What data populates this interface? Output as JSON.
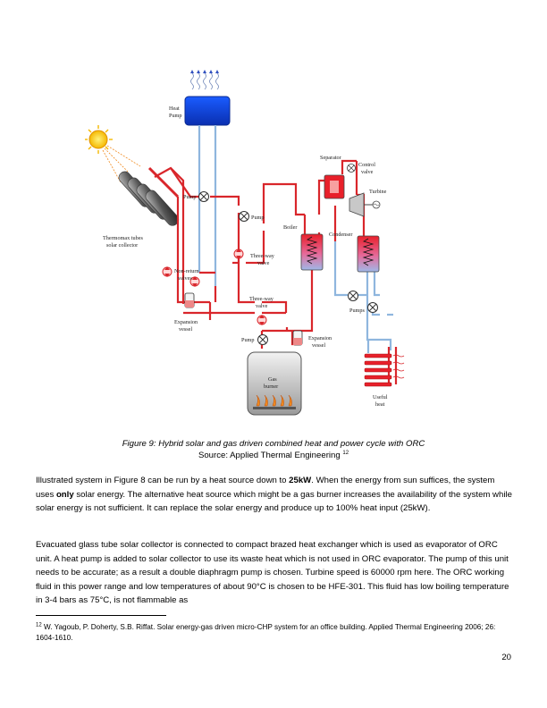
{
  "figure": {
    "labels": {
      "heat_pump_1": "Heat",
      "heat_pump_2": "Pump",
      "pump_top": "Pump",
      "pump_mid": "Pump",
      "pump_bottom": "Pump",
      "pumps": "Pumps",
      "thermomax_1": "Thermomax tubes",
      "thermomax_2": "solar collector",
      "nonreturn_1": "Non-return",
      "nonreturn_2": "valves",
      "threeway1_1": "Three-way",
      "threeway1_2": "valve",
      "threeway2_1": "Three-way",
      "threeway2_2": "valve",
      "expansion1_1": "Expansion",
      "expansion1_2": "vessel",
      "expansion2_1": "Expansion",
      "expansion2_2": "vessel",
      "separator": "Separator",
      "control_1": "Control",
      "control_2": "valve",
      "turbine": "Turbine",
      "boiler": "Boiler",
      "condenser": "Condenser",
      "gas_1": "Gas",
      "gas_2": "burner",
      "useful_1": "Useful",
      "useful_2": "heat"
    }
  },
  "caption": {
    "title": "Figure 9: Hybrid solar and gas driven combined heat and power cycle with ORC",
    "source": "Source: Applied Thermal Engineering ",
    "source_ref": "12"
  },
  "paragraph1": {
    "t1": "Illustrated system in Figure 8 can be run by a heat source down to ",
    "b1": "25kW",
    "t2": ". When the energy from sun suffices, the system uses ",
    "b2": "only",
    "t3": " solar energy. The alternative heat source which might be a gas burner increases the availability of the system while solar energy is not sufficient. It can replace the solar energy and produce up to 100% heat input (25kW)."
  },
  "paragraph2": "Evacuated glass tube solar collector is connected to compact brazed heat exchanger which is used as evaporator of ORC unit. A heat pump is added to solar collector to use its waste heat which is not used in ORC evaporator. The pump of this unit needs to be accurate; as a result a double diaphragm pump is chosen. Turbine speed is 60000 rpm here. The ORC working fluid in this power range and low temperatures of about 90°C is chosen to be HFE-301. This fluid has low boiling temperature in 3-4 bars as 75°C, is not flammable as",
  "footnote": {
    "mark": "12",
    "text": " W. Yagoub, P. Doherty, S.B. Riffat. Solar energy-gas driven micro-CHP system for an office building. Applied Thermal Engineering 2006; 26: 1604-1610."
  },
  "page_number": "20",
  "colors": {
    "hot_pipe": "#d9262b",
    "cold_pipe": "#8fb6de",
    "heat_pump_blue": "#1f4fe0",
    "sun": "#f5b800"
  }
}
